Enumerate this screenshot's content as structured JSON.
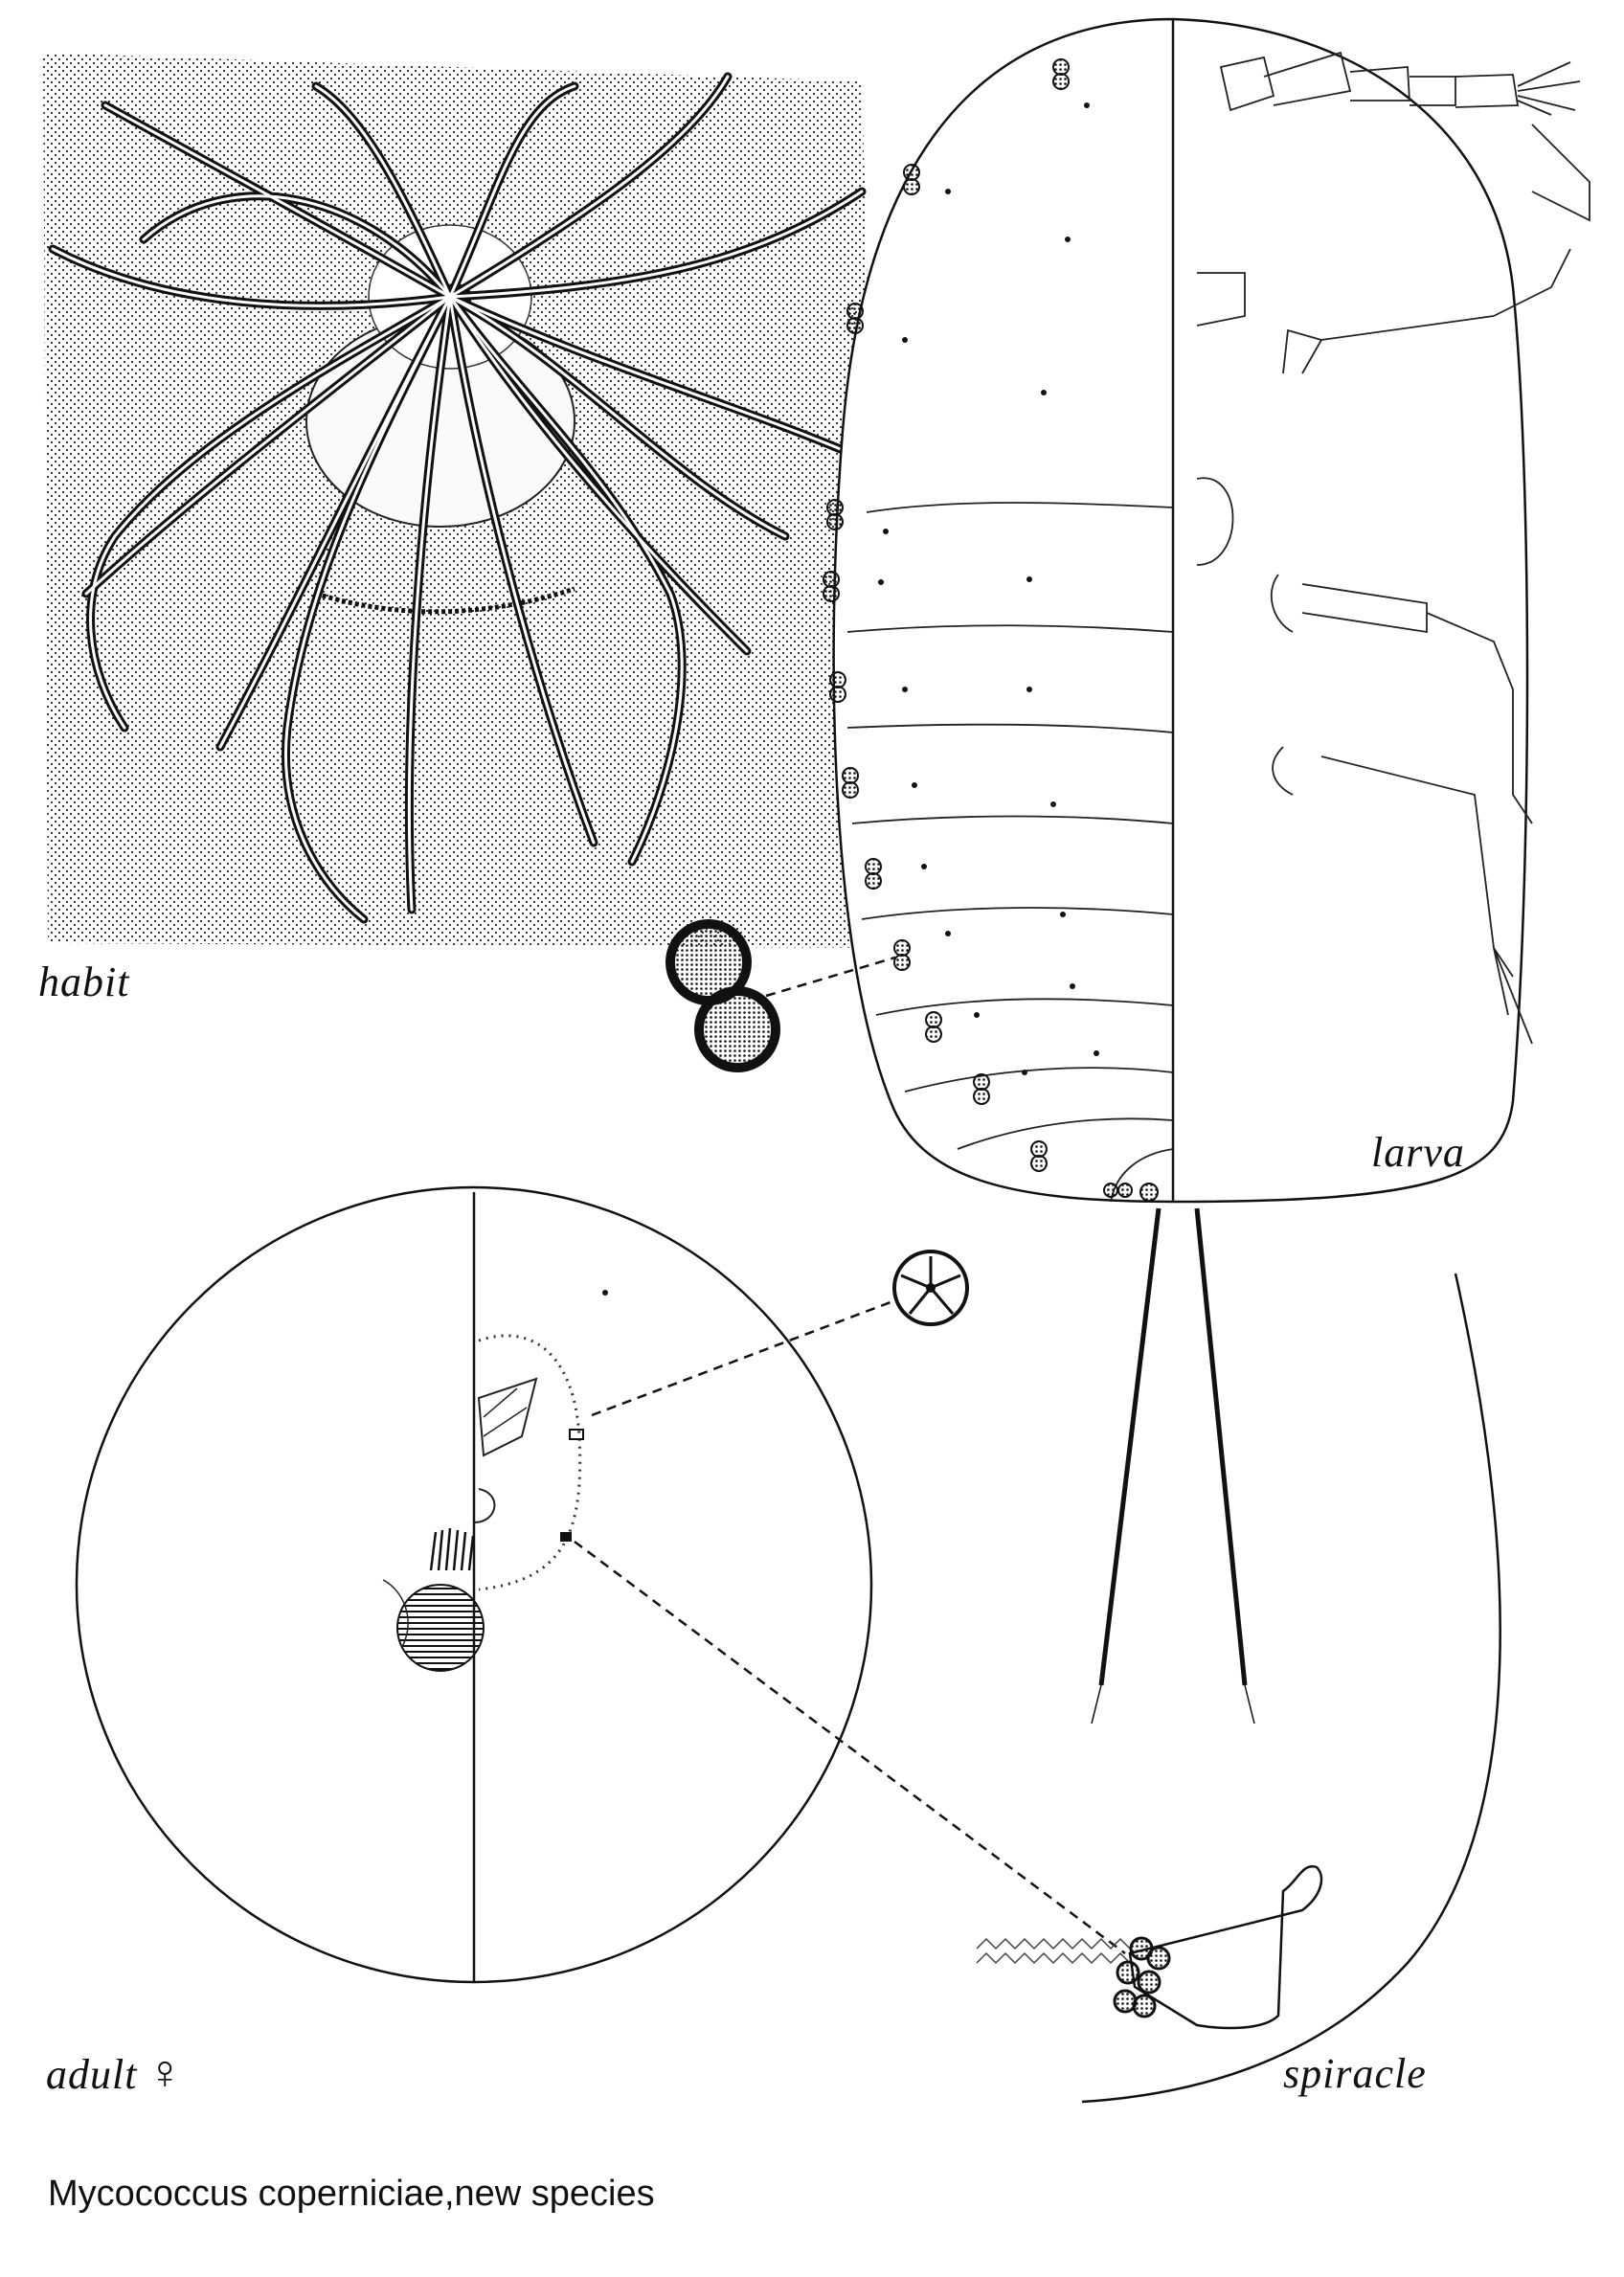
{
  "figure": {
    "labels": {
      "habit": "habit",
      "larva": "larva",
      "adult": "adult",
      "adult_symbol": "♀",
      "spiracle": "spiracle"
    },
    "caption": "Mycococcus coperniciae,new species"
  },
  "colors": {
    "ink": "#111111",
    "paper": "#ffffff"
  }
}
